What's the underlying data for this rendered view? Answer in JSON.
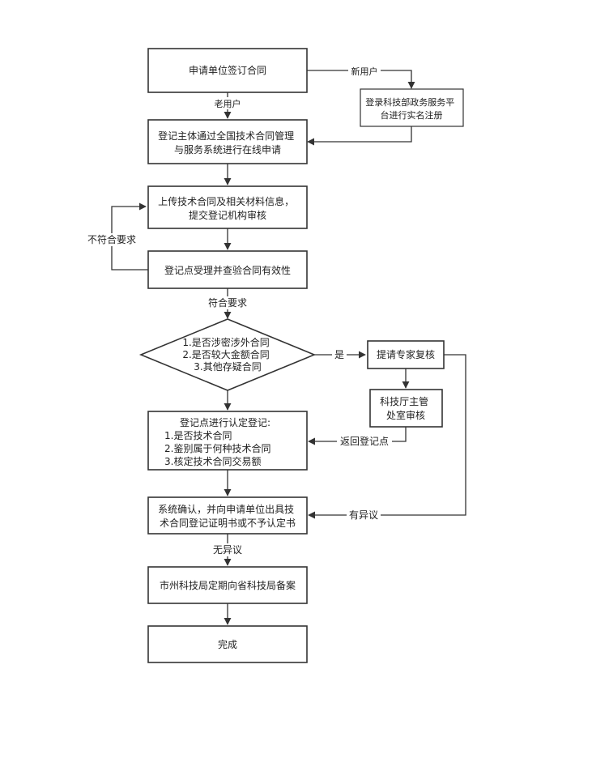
{
  "nodes": {
    "apply": [
      "申请单位签订合同"
    ],
    "register_platform": [
      "登录科技部政务服务平",
      "台进行实名注册"
    ],
    "online_apply": [
      "登记主体通过全国技术合同管理",
      "与服务系统进行在线申请"
    ],
    "upload": [
      "上传技术合同及相关材料信息，",
      "提交登记机构审核"
    ],
    "accept": [
      "登记点受理并查验合同有效性"
    ],
    "decision": [
      "1.是否涉密涉外合同",
      "2.是否较大金额合同",
      "3.其他存疑合同"
    ],
    "expert": [
      "提请专家复核"
    ],
    "dept_review": [
      "科技厅主管",
      "处室审核"
    ],
    "certify": [
      "登记点进行认定登记:",
      "1.是否技术合同",
      "2.鉴别属于何种技术合同",
      "3.核定技术合同交易额"
    ],
    "confirm": [
      "系统确认，并向申请单位出具技",
      "术合同登记证明书或不予认定书"
    ],
    "file": [
      "市州科技局定期向省科技局备案"
    ],
    "done": [
      "完成"
    ]
  },
  "edge_labels": {
    "new_user": "新用户",
    "old_user": "老用户",
    "not_compliant": "不符合要求",
    "compliant": "符合要求",
    "yes": "是",
    "return": "返回登记点",
    "objection": "有异议",
    "no_objection": "无异议"
  }
}
